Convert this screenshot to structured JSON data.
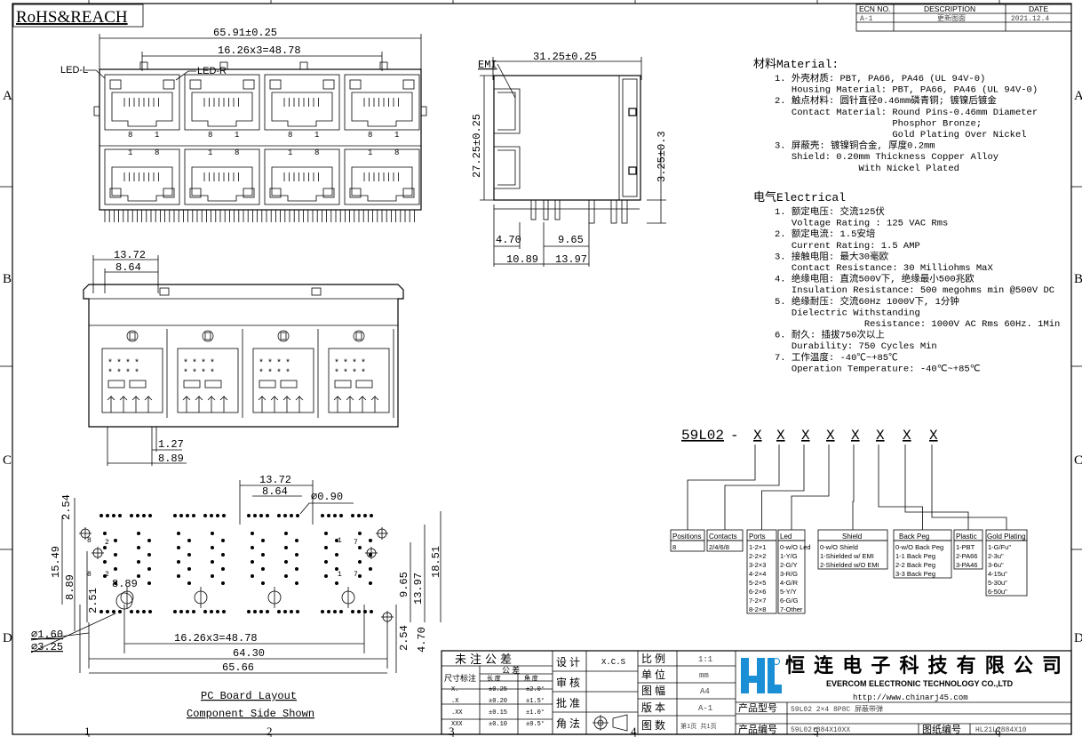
{
  "frame": {
    "top_zone_numbers": [
      "1",
      "2",
      "3",
      "4",
      "5",
      "6"
    ],
    "side_letters": [
      "A",
      "B",
      "C",
      "D"
    ],
    "rohs_label": "RoHS&REACH"
  },
  "revision_table": {
    "headers": [
      "ECN NO.",
      "DESCRIPTION",
      "DATE"
    ],
    "row": [
      "A-1",
      "更新图面",
      "2021.12.4"
    ]
  },
  "front_view": {
    "overall_dim": "65.91±0.25",
    "pitch_dim": "16.26x3=48.78",
    "led_left": "LED-L",
    "led_right": "LED-R",
    "pin_labels_top": [
      "8",
      "1",
      "8",
      "1",
      "8",
      "1",
      "8",
      "1"
    ],
    "pin_labels_bottom": [
      "1",
      "8",
      "1",
      "8",
      "1",
      "8",
      "1",
      "8"
    ]
  },
  "side_view": {
    "emi_label": "EMI",
    "width_dim": "31.25±0.25",
    "height_dim": "27.25±0.25",
    "pin_dim": "3.25±0.3",
    "dim_470": "4.70",
    "dim_965": "9.65",
    "dim_1089": "10.89",
    "dim_1397": "13.97"
  },
  "bottom_view": {
    "dim_1372": "13.72",
    "dim_864": "8.64",
    "dim_127": "1.27",
    "dim_889": "8.89"
  },
  "pcb_layout": {
    "dim_1372": "13.72",
    "dim_864": "8.64",
    "dim_090": "∅0.90",
    "dim_254_top": "2.54",
    "dim_1549": "15.49",
    "dim_889_v": "8.89",
    "dim_889_h": "8.89",
    "dim_251": "2.51",
    "dim_965": "9.65",
    "dim_1397": "13.97",
    "dim_1851": "18.51",
    "dim_160": "∅1.60",
    "dim_325": "∅3.25",
    "dim_pitch": "16.26x3=48.78",
    "dim_6430": "64.30",
    "dim_6566": "65.66",
    "dim_254_bot": "2.54",
    "dim_470": "4.70",
    "caption1": "PC Board Layout",
    "caption2": "Component Side Shown",
    "pin_nums": [
      "8",
      "2",
      "1",
      "7",
      "8",
      "2",
      "1",
      "7"
    ]
  },
  "material": {
    "title": "材料Material:",
    "lines": [
      "1. 外壳材质: PBT, PA66, PA46 (UL 94V-0)",
      "   Housing Material: PBT, PA66, PA46 (UL 94V-0)",
      "2. 触点材料: 圆针直径0.46mm磷青铜; 镀镍后镀金",
      "   Contact Material: Round Pins-0.46mm Diameter",
      "                     Phosphor Bronze;",
      "                     Gold Plating Over Nickel",
      "3. 屏蔽壳: 镀镍铜合金, 厚度0.2mm",
      "   Shield: 0.20mm Thickness Copper Alloy",
      "               With Nickel Plated"
    ]
  },
  "electrical": {
    "title": "电气Electrical",
    "lines": [
      "1. 额定电压: 交流125伏",
      "   Voltage Rating : 125 VAC Rms",
      "2. 额定电流: 1.5安培",
      "   Current Rating: 1.5 AMP",
      "3. 接触电阻: 最大30毫欧",
      "   Contact Resistance: 30 Milliohms MaX",
      "4. 绝缘电阻: 直流500V下, 绝缘最小500兆欧",
      "   Insulation Resistance: 500 megohms min @500V DC",
      "5. 绝缘耐压: 交流60Hz 1000V下, 1分钟",
      "   Dielectric Withstanding",
      "                Resistance: 1000V AC Rms 60Hz. 1Min",
      "6. 耐久: 插拔750次以上",
      "   Durability: 750 Cycles Min",
      "7. 工作温度: -40℃~+85℃",
      "   Operation Temperature: -40℃~+85℃"
    ]
  },
  "part_number": {
    "prefix": "59L02",
    "dash": "-",
    "x": "X",
    "boxes": [
      {
        "title": "Positions",
        "items": [
          "8"
        ]
      },
      {
        "title": "Contacts",
        "items": [
          "2/4/6/8"
        ]
      },
      {
        "title": "Ports",
        "items": [
          "1-2×1",
          "2-2×2",
          "3-2×3",
          "4-2×4",
          "5-2×5",
          "6-2×6",
          "7-2×7",
          "8-2×8"
        ]
      },
      {
        "title": "Led",
        "items": [
          "0-w/O Led",
          "1-Y/G",
          "2-G/Y",
          "3-R/G",
          "4-G/R",
          "5-Y/Y",
          "6-G/G",
          "7-Other"
        ]
      },
      {
        "title": "Shield",
        "items": [
          "0-w/O Shield",
          "1-Shielded w/ EMI",
          "2-Shielded w/O EMI"
        ]
      },
      {
        "title": "Back Peg",
        "items": [
          "0-w/O Back Peg",
          "1-1 Back Peg",
          "2-2 Back Peg",
          "3-3 Back Peg"
        ]
      },
      {
        "title": "Plastic",
        "items": [
          "1-PBT",
          "2-PA66",
          "3-PA46"
        ]
      },
      {
        "title": "Gold Plating",
        "items": [
          "1-G/Fu\"",
          "2-3u\"",
          "3-6u\"",
          "4-15u\"",
          "5-30u\"",
          "6-50u\""
        ]
      }
    ]
  },
  "title_block": {
    "tolerance_title": "未注公差",
    "size_label": "尺寸标注",
    "col_heads": [
      "长 度",
      "角 度"
    ],
    "common": "公  差",
    "rows": [
      [
        "X.",
        "±0.25",
        "±2.0°"
      ],
      [
        ".X",
        "±0.20",
        "±1.5°"
      ],
      [
        ".XX",
        "±0.15",
        "±1.0°"
      ],
      [
        "XXX",
        "±0.10",
        "±0.5°"
      ]
    ],
    "design": "设 计",
    "design_val": "X.C.S",
    "review": "审 核",
    "approve": "批 准",
    "angle_method": "角 法",
    "scale": "比 例",
    "scale_val": "1:1",
    "unit": "单 位",
    "unit_val": "mm",
    "sheet_size": "图 幅",
    "sheet_size_val": "A4",
    "version": "版 本",
    "version_val": "A-1",
    "sheet_count": "图 数",
    "sheet_count_val": "第1页 共1页",
    "company_cn": "恒 连 电 子 科 技 有 限 公 司",
    "company_en": "EVERCOM ELECTRONIC TECHNOLOGY CO.,LTD",
    "website": "http://www.chinarj45.com",
    "model_label": "产品型号",
    "model_val": "59L02 2×4 8P8C 屏蔽带弹",
    "code_label": "产品编号",
    "code_val": "59L02-884X10XX",
    "drawing_label": "图纸编号",
    "drawing_val": "HL21L2884X10",
    "logo_letters": "HL"
  }
}
